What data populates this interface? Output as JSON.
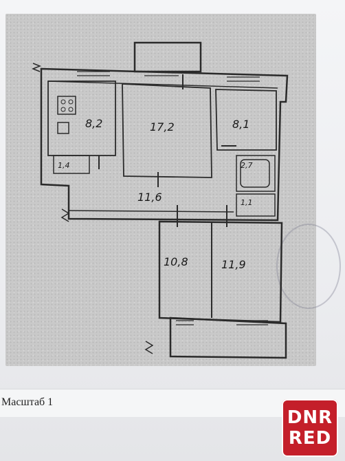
{
  "plan": {
    "rooms": [
      {
        "id": "kitchen",
        "area": "8,2"
      },
      {
        "id": "living",
        "area": "17,2"
      },
      {
        "id": "bedroom-top-right",
        "area": "8,1"
      },
      {
        "id": "wc",
        "area": "1,4"
      },
      {
        "id": "hall",
        "area": "11,6"
      },
      {
        "id": "bath",
        "area": "2,7"
      },
      {
        "id": "toilet",
        "area": "1,1"
      },
      {
        "id": "bedroom-bottom-left",
        "area": "10,8"
      },
      {
        "id": "bedroom-bottom-right",
        "area": "11,9"
      }
    ]
  },
  "footer": {
    "scale_label": "Масштаб 1"
  },
  "watermark": {
    "line1": "DNR",
    "line2": "RED"
  }
}
